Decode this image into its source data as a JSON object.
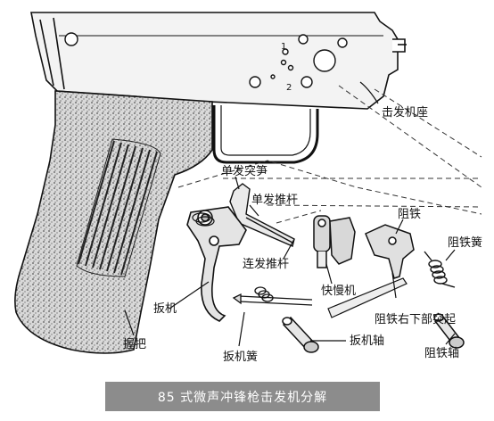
{
  "labels": {
    "trigger_housing": "击发机座",
    "single_shot_sear": "单发突笋",
    "single_shot_pushrod": "单发推杆",
    "auto_pushrod": "连发推杆",
    "stop": "阻铁",
    "stop_spring": "阻铁簧",
    "slow_mechanism": "快慢机",
    "trigger": "扳机",
    "stop_lower_protrusion": "阻铁右下部突起",
    "grip": "握把",
    "trigger_axle": "扳机轴",
    "trigger_spring": "扳机簧",
    "stop_axle": "阻铁轴"
  },
  "hole_numbers": {
    "one": "1",
    "two": "2"
  },
  "caption": "85 式微声冲锋枪击发机分解",
  "colors": {
    "caption_bg": "#8c8c8c",
    "caption_text": "#ffffff",
    "ink": "#111111"
  }
}
